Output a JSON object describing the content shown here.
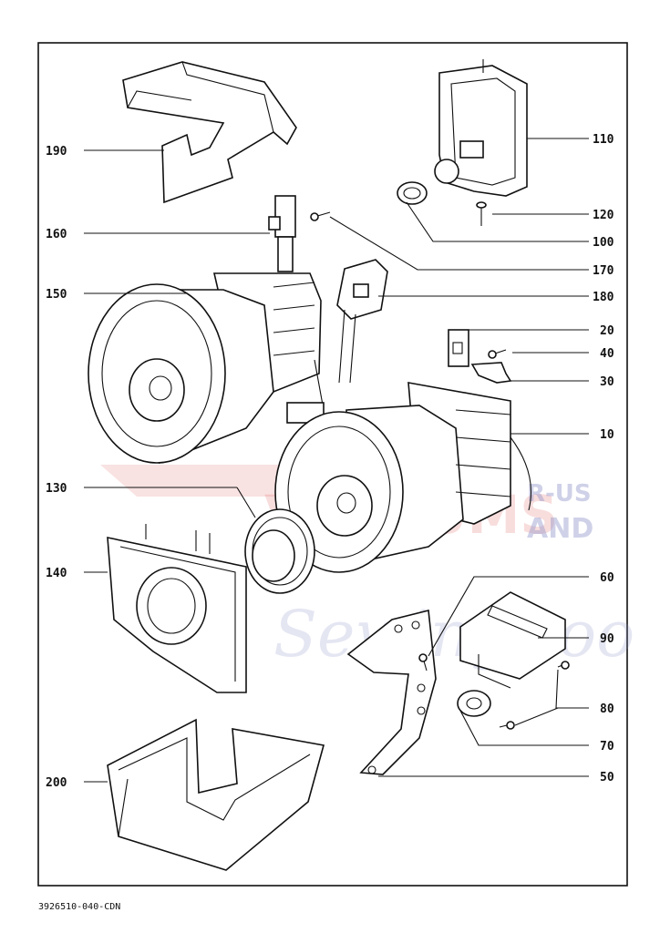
{
  "part_numbers": [
    "190",
    "160",
    "150",
    "130",
    "140",
    "200",
    "110",
    "120",
    "100",
    "170",
    "180",
    "20",
    "40",
    "30",
    "10",
    "60",
    "90",
    "80",
    "70",
    "50"
  ],
  "document_code": "3926510-040-CDN",
  "watermark": {
    "line1": "VACUUMS",
    "line2": "R-US",
    "line3": "AND",
    "line4": "Sewing too",
    "color_red": "#d94a4a",
    "color_blue": "#8a8fc8"
  },
  "colors": {
    "line": "#111111",
    "background": "#ffffff"
  }
}
